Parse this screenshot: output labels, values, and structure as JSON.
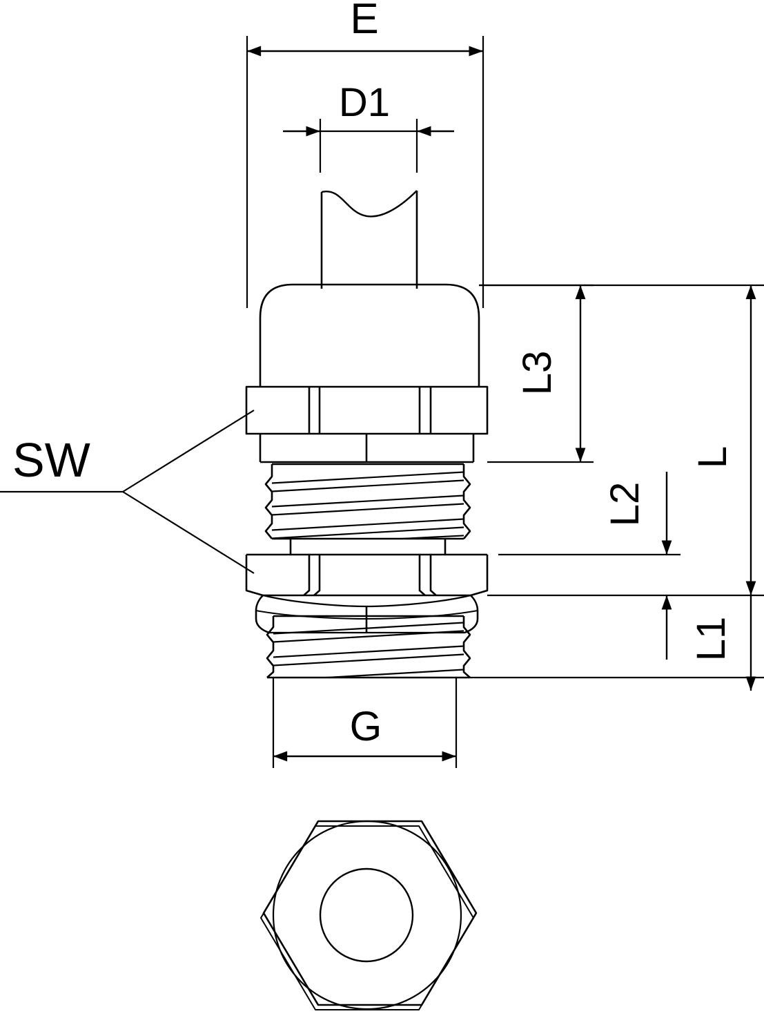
{
  "drawing": {
    "title": "Cable gland technical dimension drawing",
    "line_color": "#000000",
    "background_color": "#ffffff",
    "views": [
      {
        "name": "front-section-view",
        "description": "Cable gland front elevation with cable stub, dome cap, two hex nuts and two threaded sections"
      },
      {
        "name": "bottom-view",
        "description": "Hexagonal nut seen end-on with circular bore"
      }
    ]
  },
  "dimensions": {
    "E": {
      "label": "E",
      "orientation": "horizontal",
      "description": "Across-corners outer width of hex nut"
    },
    "D1": {
      "label": "D1",
      "orientation": "horizontal",
      "description": "Cable / seal bore diameter"
    },
    "G": {
      "label": "G",
      "orientation": "horizontal",
      "description": "Thread nominal diameter"
    },
    "L": {
      "label": "L",
      "orientation": "vertical",
      "description": "Overall length from dome cap to lower hex nut base"
    },
    "L1": {
      "label": "L1",
      "orientation": "vertical",
      "description": "Lower thread length"
    },
    "L2": {
      "label": "L2",
      "orientation": "vertical",
      "description": "Lower hex nut height"
    },
    "L3": {
      "label": "L3",
      "orientation": "vertical",
      "description": "Dome cap plus upper hex nut height"
    },
    "SW": {
      "label": "SW",
      "orientation": "leader",
      "description": "Spanner / wrench flat size, leader points to both hex nuts"
    }
  },
  "labels": {
    "E": "E",
    "D1": "D1",
    "G": "G",
    "L": "L",
    "L1": "L1",
    "L2": "L2",
    "L3": "L3",
    "SW": "SW"
  }
}
